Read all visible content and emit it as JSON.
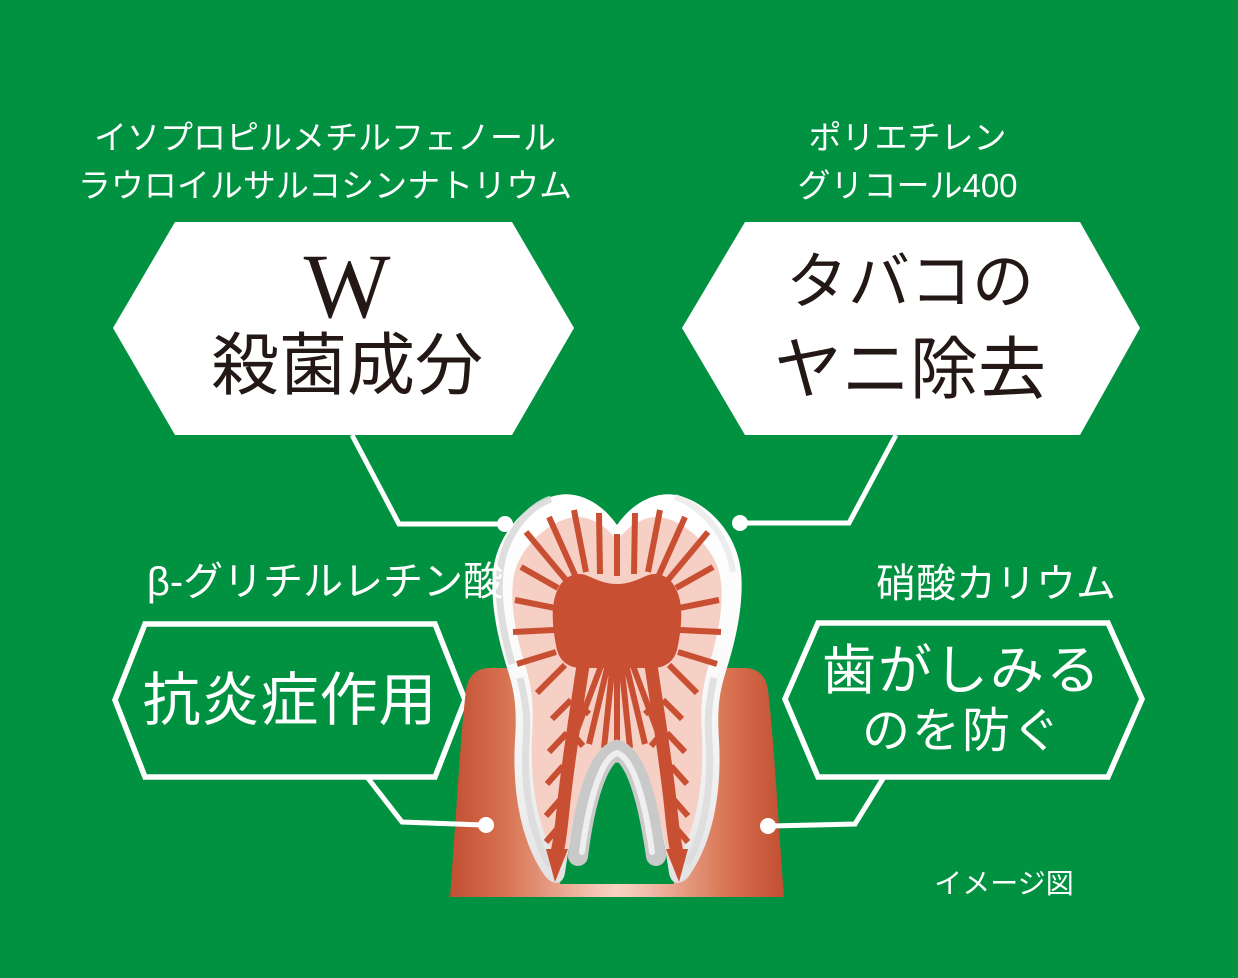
{
  "ingredients": {
    "top_left_line1": "イソプロピルメチルフェノール",
    "top_left_line2": "ラウロイルサルコシンナトリウム",
    "top_right_line1": "ポリエチレン",
    "top_right_line2": "グリコール400",
    "bottom_left": "β-グリチルレチン酸",
    "bottom_right": "硝酸カリウム"
  },
  "benefits": {
    "top_left": {
      "line1": "W",
      "line2": "殺菌成分"
    },
    "top_right": {
      "line1": "タバコの",
      "line2": "ヤニ除去"
    },
    "bottom_left": {
      "line1": "抗炎症作用"
    },
    "bottom_right": {
      "line1": "歯がしみる",
      "line2": "のを防ぐ"
    }
  },
  "caption": "イメージ図",
  "colors": {
    "background": "#009240",
    "hexagon_fill": "#ffffff",
    "hexagon_outline": "#ffffff",
    "connector": "#ffffff",
    "benefit_text_dark": "#231815",
    "benefit_text_light": "#ffffff",
    "label_text": "#ffffff",
    "enamel_shade": "#d8d8d8",
    "arch_shade": "#c9c9c9",
    "dentin_pink": "#f6cfc5",
    "pulp_red": "#c94f33",
    "gum_edge": "#c24f33",
    "gum_mid": "#d7714f",
    "gum_center": "#f7d2c2"
  }
}
